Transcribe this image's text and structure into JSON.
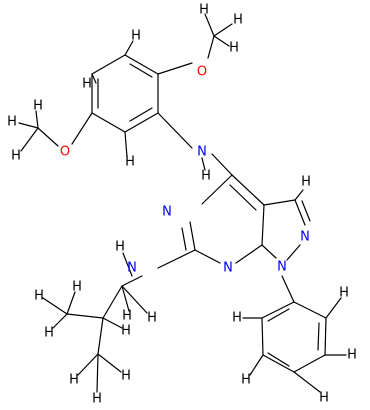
{
  "molecule": {
    "colors": {
      "bond": "#000000",
      "carbon_hydrogen": "#000000",
      "nitrogen": "#0000ff",
      "oxygen": "#ff0000"
    },
    "atoms": [
      {
        "id": "c1",
        "symbol": "C",
        "label": ""
      },
      {
        "id": "c2",
        "symbol": "C",
        "label": ""
      },
      {
        "id": "c3",
        "symbol": "C",
        "label": ""
      },
      {
        "id": "c4",
        "symbol": "C",
        "label": ""
      },
      {
        "id": "c5",
        "symbol": "C",
        "label": ""
      },
      {
        "id": "c6",
        "symbol": "C",
        "label": ""
      },
      {
        "id": "o1",
        "symbol": "O",
        "label": "O"
      },
      {
        "id": "me1",
        "symbol": "C",
        "label": ""
      },
      {
        "id": "o2",
        "symbol": "O",
        "label": "O"
      },
      {
        "id": "me2",
        "symbol": "C",
        "label": ""
      },
      {
        "id": "n_link",
        "symbol": "N",
        "label": "N"
      },
      {
        "id": "c4p",
        "symbol": "C",
        "label": ""
      },
      {
        "id": "n5",
        "symbol": "N",
        "label": "N"
      },
      {
        "id": "c6p",
        "symbol": "C",
        "label": ""
      },
      {
        "id": "n7",
        "symbol": "N",
        "label": "N"
      },
      {
        "id": "c7a",
        "symbol": "C",
        "label": ""
      },
      {
        "id": "c3a",
        "symbol": "C",
        "label": ""
      },
      {
        "id": "c3",
        "symbol": "C",
        "label": ""
      },
      {
        "id": "n2",
        "symbol": "N",
        "label": "N"
      },
      {
        "id": "n1",
        "symbol": "N",
        "label": "N"
      },
      {
        "id": "n_amine",
        "symbol": "N",
        "label": "N"
      },
      {
        "id": "ch2",
        "symbol": "C",
        "label": ""
      },
      {
        "id": "ch",
        "symbol": "C",
        "label": ""
      },
      {
        "id": "me3",
        "symbol": "C",
        "label": ""
      },
      {
        "id": "me4",
        "symbol": "C",
        "label": ""
      },
      {
        "id": "ph1",
        "symbol": "C",
        "label": ""
      },
      {
        "id": "ph2",
        "symbol": "C",
        "label": ""
      },
      {
        "id": "ph3",
        "symbol": "C",
        "label": ""
      },
      {
        "id": "ph4",
        "symbol": "C",
        "label": ""
      },
      {
        "id": "ph5",
        "symbol": "C",
        "label": ""
      },
      {
        "id": "ph6",
        "symbol": "C",
        "label": ""
      }
    ],
    "hydrogen_label": "H"
  }
}
